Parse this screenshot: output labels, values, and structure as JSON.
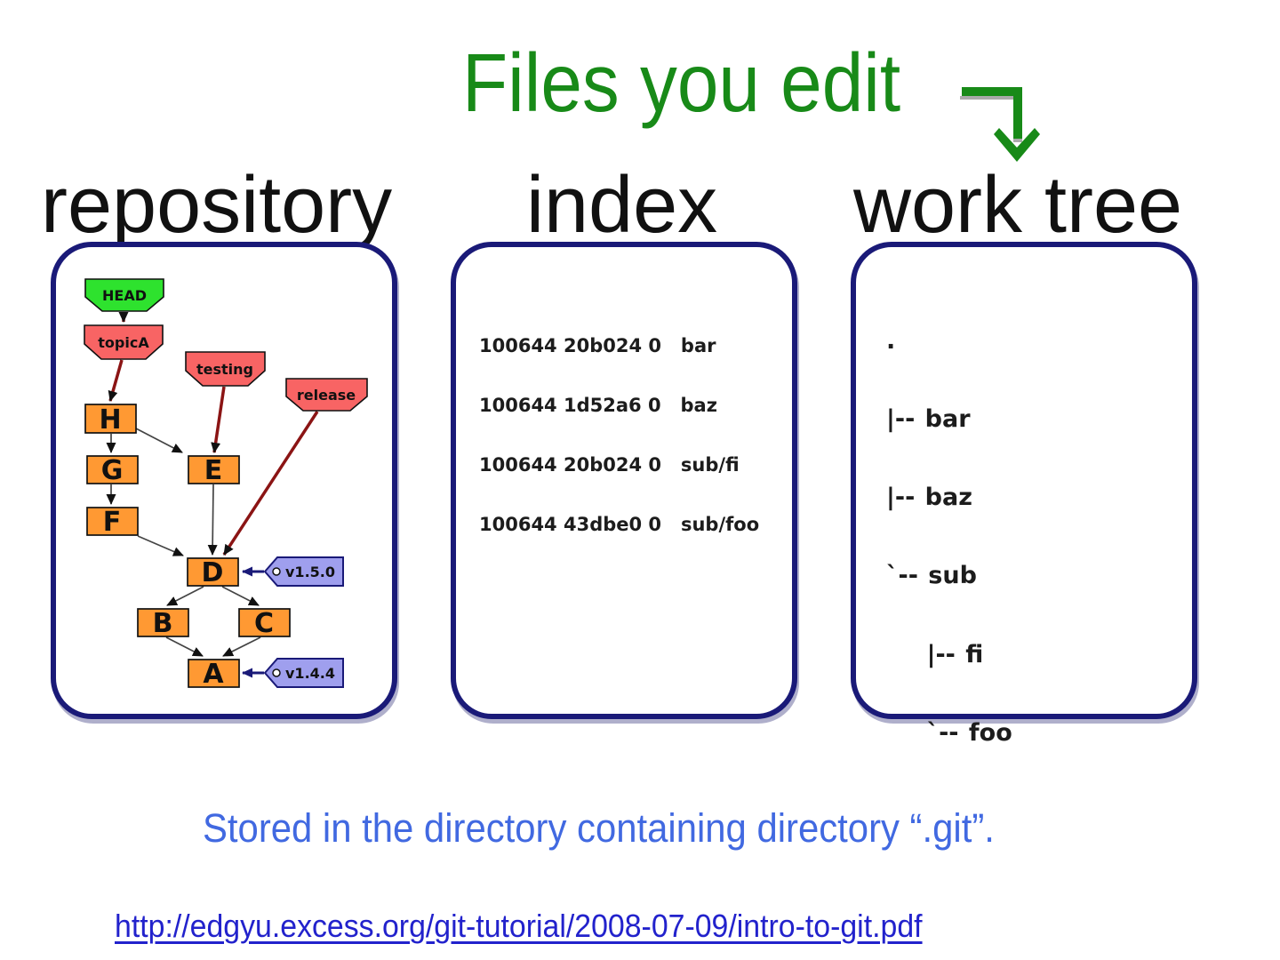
{
  "slide": {
    "title": "Files you edit",
    "caption": "Stored in the directory containing directory “.git”.",
    "link": "http://edgyu.excess.org/git-tutorial/2008-07-09/intro-to-git.pdf"
  },
  "columns": {
    "repository": "repository",
    "index": "index",
    "worktree": "work tree"
  },
  "repository": {
    "head": {
      "label": "HEAD"
    },
    "branches": [
      {
        "label": "topicA"
      },
      {
        "label": "testing"
      },
      {
        "label": "release"
      }
    ],
    "commits": [
      {
        "label": "H"
      },
      {
        "label": "G"
      },
      {
        "label": "E"
      },
      {
        "label": "F"
      },
      {
        "label": "D"
      },
      {
        "label": "B"
      },
      {
        "label": "C"
      },
      {
        "label": "A"
      }
    ],
    "tags": [
      {
        "label": "v1.5.0"
      },
      {
        "label": "v1.4.4"
      }
    ]
  },
  "index": {
    "lines": [
      "100644 20b024 0   bar",
      "100644 1d52a6 0   baz",
      "100644 20b024 0   sub/fi",
      "100644 43dbe0 0   sub/foo"
    ]
  },
  "worktree": {
    "lines": [
      ".",
      "|-- bar",
      "|-- baz",
      "`-- sub",
      "    |-- fi",
      "    `-- foo"
    ]
  },
  "colors": {
    "title_green": "#188a18",
    "caption_blue": "#4169e1",
    "link_blue": "#2222cc",
    "panel_border_navy": "#1a1a78",
    "commit_orange": "#ff9933",
    "branch_red": "#f86464",
    "head_green": "#2ee22e",
    "tag_lavender": "#9f9fee",
    "edge_maroon": "#8b1414",
    "edge_gray": "#444444",
    "edge_navy": "#1a1a78"
  }
}
